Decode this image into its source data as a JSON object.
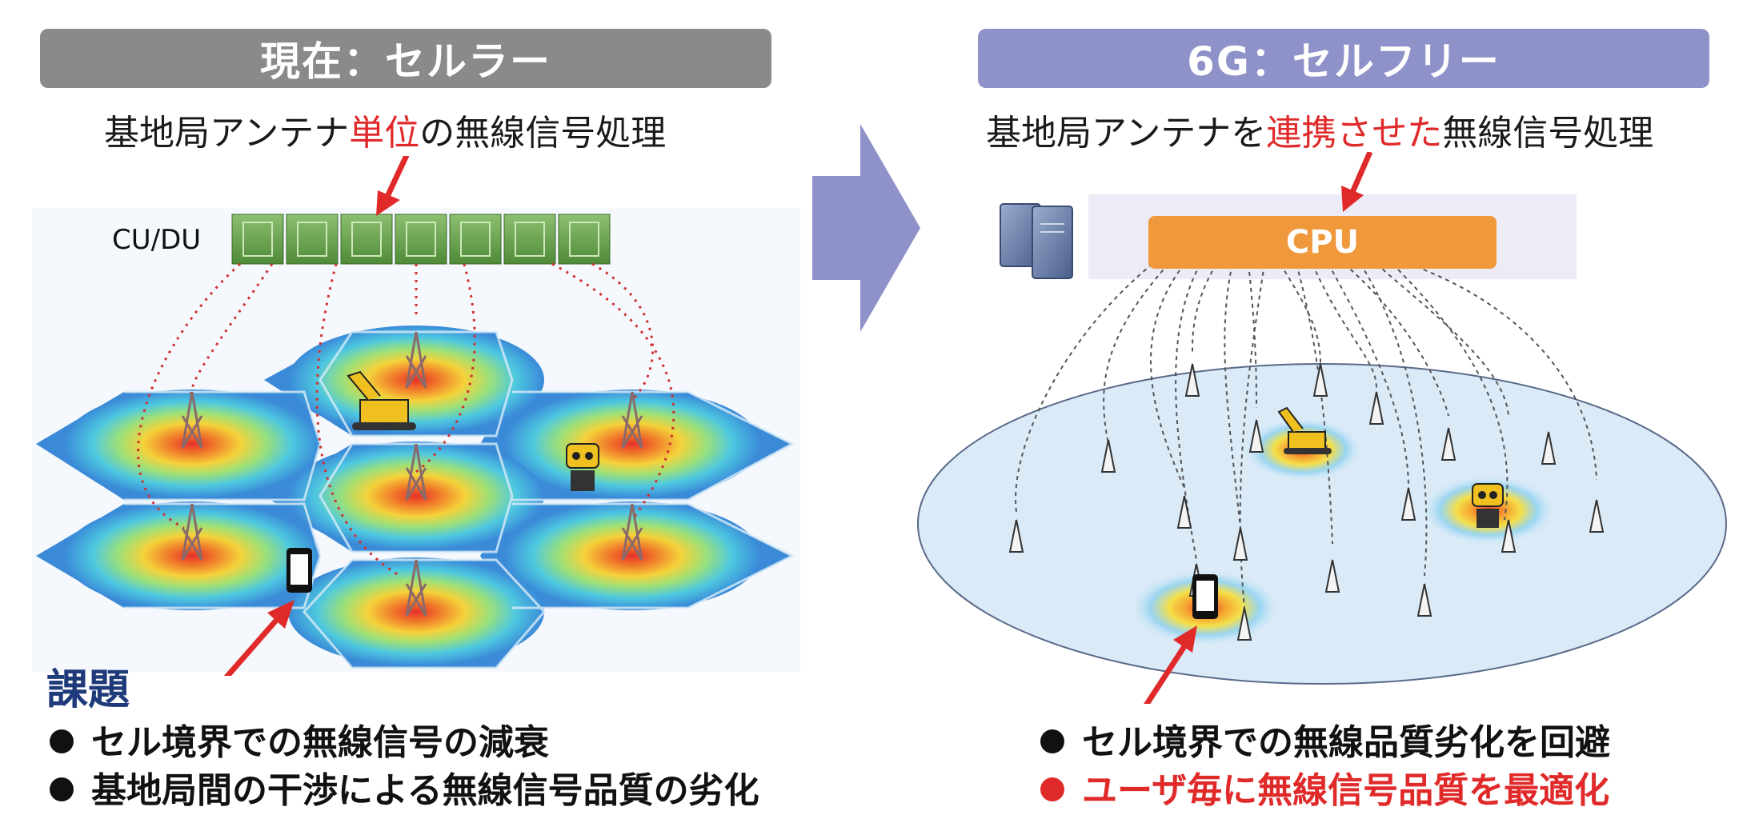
{
  "left": {
    "banner": "現在：セルラー",
    "subtitle_pre": "基地局アンテナ",
    "subtitle_hl": "単位",
    "subtitle_post": "の無線信号処理",
    "cudu_label": "CU/DU",
    "issues_title": "課題",
    "issues": [
      "セル境界での無線信号の減衰",
      "基地局間の干渉による無線信号品質の劣化"
    ]
  },
  "right": {
    "banner": "6G：セルフリー",
    "subtitle_pre": "基地局アンテナを",
    "subtitle_hl": "連携させた",
    "subtitle_post": "無線信号処理",
    "cpu_label": "CPU",
    "benefits": [
      "セル境界での無線品質劣化を回避",
      "ユーザ毎に無線信号品質を最適化"
    ]
  },
  "colors": {
    "left_banner": "#8a8a8a",
    "right_banner": "#8e92c8",
    "highlight": "#e02a2a",
    "arrow": "#8e92c8",
    "cpu": "#f0983c",
    "cudu": "#6a9a4a"
  },
  "icons": {
    "transition": "right-arrow-icon",
    "server": "server-icon",
    "phone": "smartphone-icon",
    "robot": "robot-icon",
    "excavator": "excavator-icon",
    "tower": "cell-tower-icon",
    "antenna": "antenna-icon"
  }
}
